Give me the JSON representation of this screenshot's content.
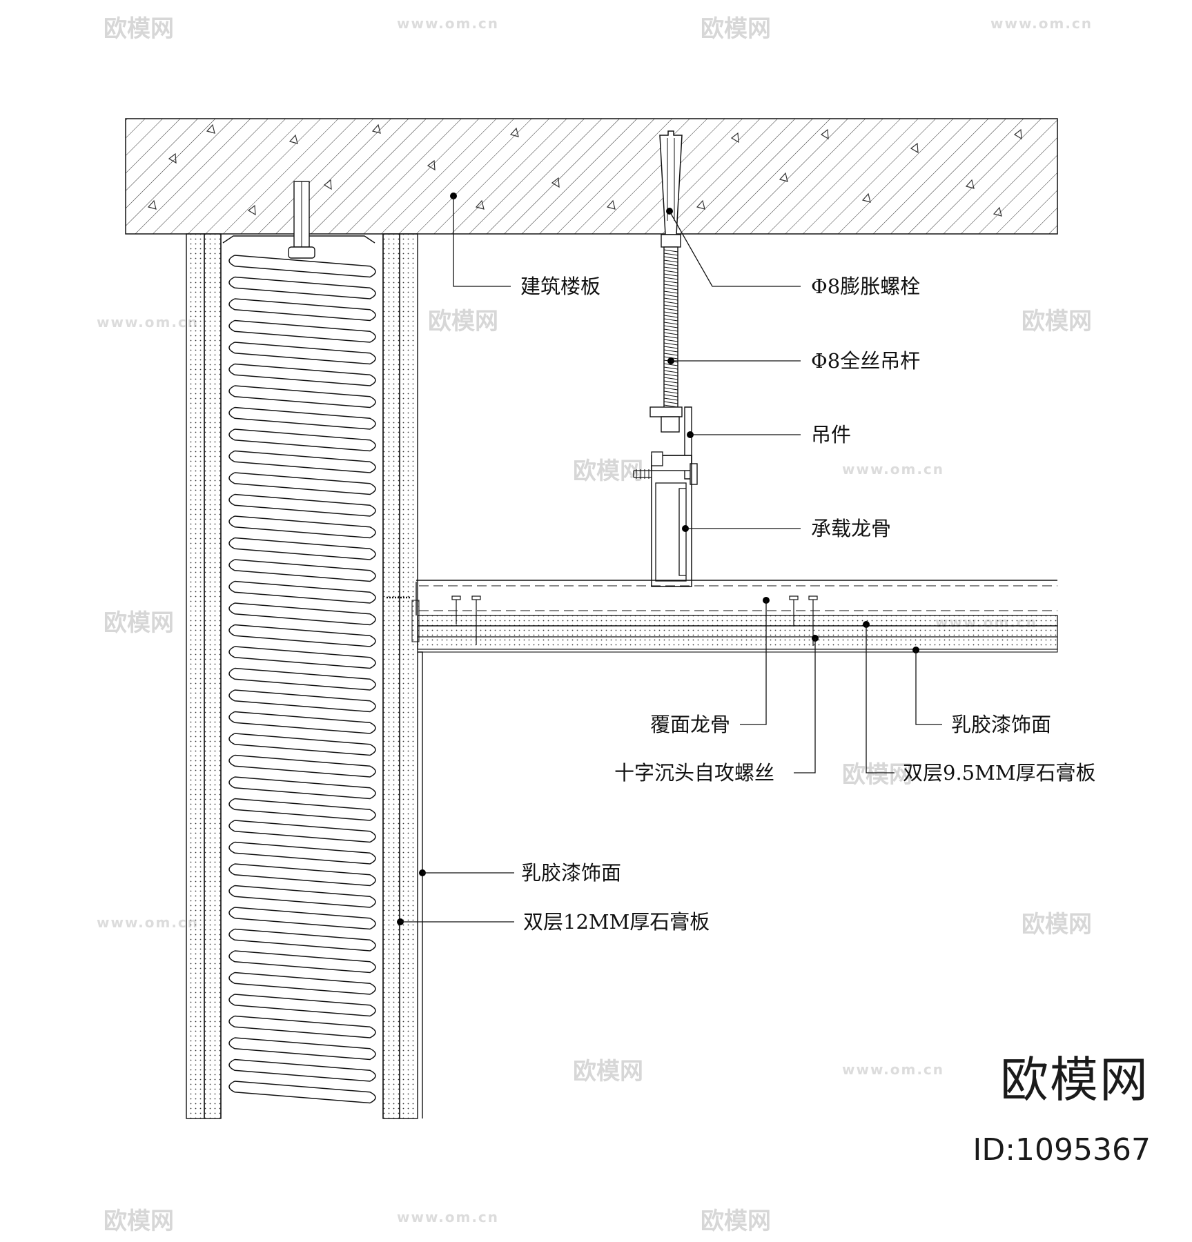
{
  "labels": {
    "floor_slab": "建筑楼板",
    "expansion_bolt": "Φ8膨胀螺栓",
    "threaded_rod": "Φ8全丝吊杆",
    "hanger": "吊件",
    "main_channel": "承载龙骨",
    "cover_channel": "覆面龙骨",
    "ceiling_finish": "乳胶漆饰面",
    "screw": "十字沉头自攻螺丝",
    "ceiling_board": "双层9.5MM厚石膏板",
    "wall_finish": "乳胶漆饰面",
    "wall_board": "双层12MM厚石膏板"
  },
  "brand": {
    "name": "欧模网",
    "id": "ID:1095367"
  },
  "watermark": {
    "text": "欧模网",
    "url": "www.om.cn"
  }
}
